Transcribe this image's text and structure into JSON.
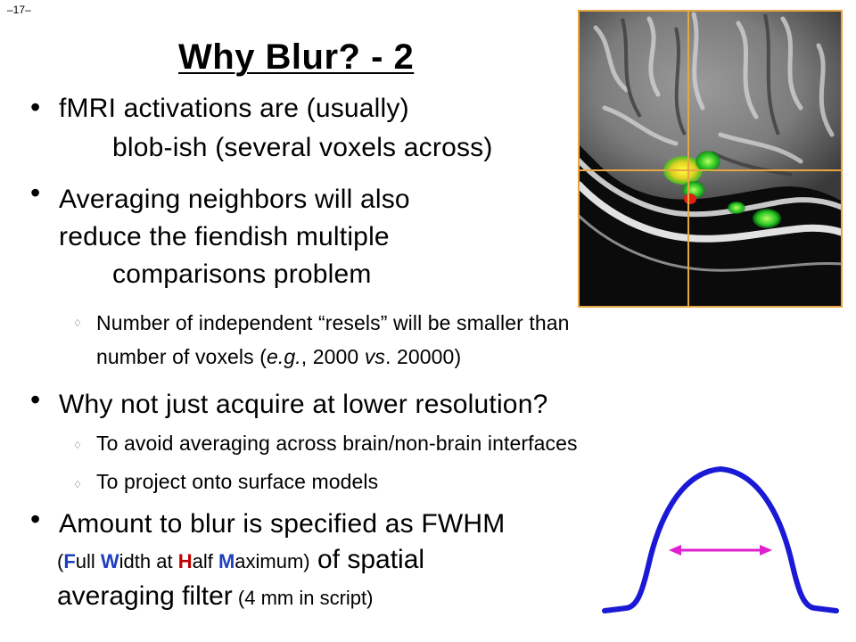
{
  "page_number": "–17–",
  "title": "Why Blur? - 2",
  "bullets": [
    {
      "lines": [
        "fMRI activations are (usually)",
        "blob-ish (several voxels across)"
      ]
    },
    {
      "lines": [
        "Averaging neighbors will also",
        "reduce the fiendish multiple",
        "comparisons problem"
      ],
      "sub": [
        {
          "lines": [
            "Number of independent “resels” will be smaller than"
          ]
        }
      ]
    },
    {
      "lines": [
        "Why not just acquire at lower resolution?"
      ],
      "sub": [
        {
          "text": "To avoid averaging across brain/non-brain interfaces"
        },
        {
          "text": "To project onto surface models"
        }
      ]
    },
    {
      "lines": [
        "Amount to blur is specified as FWHM"
      ],
      "fwhm": {
        "open": "(",
        "F": "F",
        "ull": "ull ",
        "W": "W",
        "idth": "idth at ",
        "H": "H",
        "alf": "alf ",
        "M": "M",
        "aximum": "aximum)",
        "rest": " of spatial"
      },
      "last": {
        "main": "averaging filter",
        "note": " (4 mm in script)"
      }
    }
  ],
  "subline2": {
    "a": "number of voxels (",
    "eg": "e.g.",
    "b": ", 2000 ",
    "vs": "vs",
    "c": ". 20000)"
  },
  "sub_marker": "♢",
  "colors": {
    "blue": "#1f3fbf",
    "red": "#c00000",
    "curve": "#1a1ad6",
    "arrow": "#e020d0",
    "crosshair": "#e8a640"
  }
}
